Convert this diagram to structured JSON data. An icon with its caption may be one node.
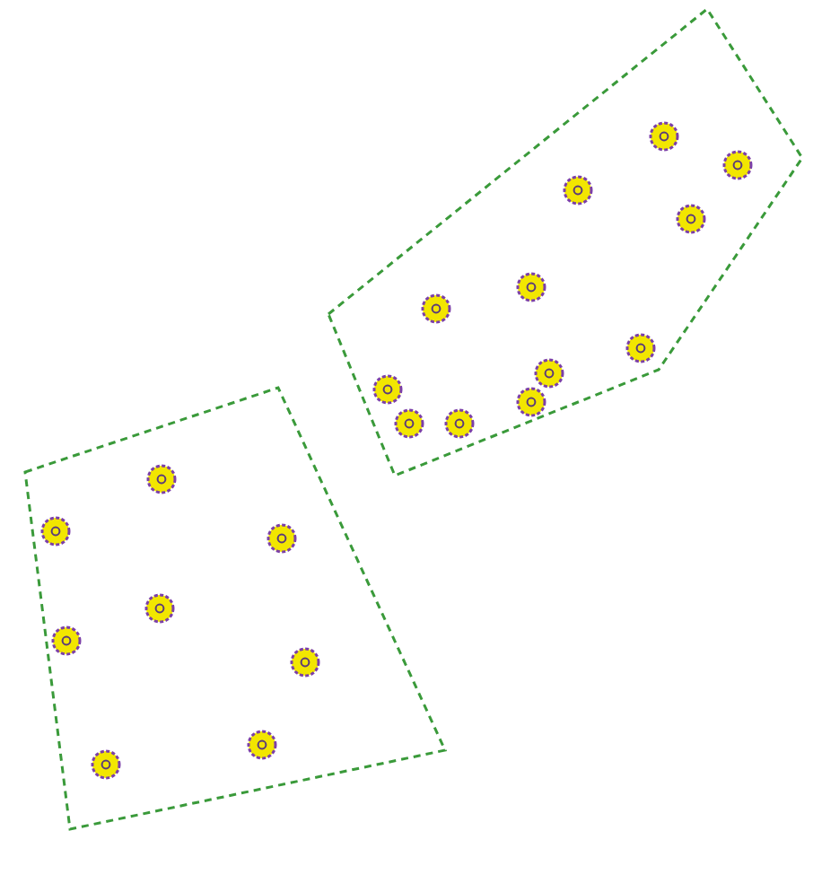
{
  "diagram": {
    "nodes": [
      {
        "text": [],
        "shape": "polygon"
      },
      {
        "text": [],
        "shape": "circle",
        "in": 0
      },
      {
        "text": [],
        "shape": "circle",
        "in": 0
      },
      {
        "text": [],
        "shape": "circle",
        "in": 0
      },
      {
        "text": [],
        "shape": "circle",
        "in": 0
      },
      {
        "text": [],
        "shape": "circle",
        "in": 0
      },
      {
        "text": [],
        "shape": "circle",
        "in": 0
      },
      {
        "text": [],
        "shape": "circle",
        "in": 0
      },
      {
        "text": [],
        "shape": "circle",
        "in": 0
      },
      {
        "text": [],
        "shape": "circle",
        "in": 0
      },
      {
        "text": [],
        "shape": "circle",
        "in": 0
      },
      {
        "text": [],
        "shape": "circle",
        "in": 0
      },
      {
        "text": [],
        "shape": "circle",
        "in": 0
      },
      {
        "text": [],
        "shape": "polygon"
      },
      {
        "text": [],
        "shape": "circle",
        "in": 13
      },
      {
        "text": [],
        "shape": "circle",
        "in": 13
      },
      {
        "text": [],
        "shape": "circle",
        "in": 13
      },
      {
        "text": [],
        "shape": "circle",
        "in": 13
      },
      {
        "text": [],
        "shape": "circle",
        "in": 13
      },
      {
        "text": [],
        "shape": "circle",
        "in": 13
      },
      {
        "text": [],
        "shape": "circle",
        "in": 13
      },
      {
        "text": [],
        "shape": "circle",
        "in": 13
      }
    ]
  }
}
